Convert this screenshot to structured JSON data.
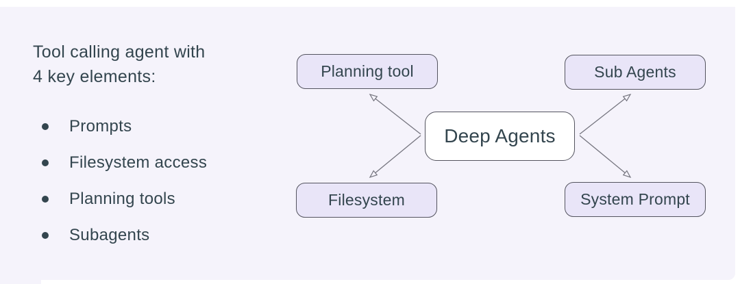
{
  "left_panel": {
    "heading_line1": "Tool calling agent with",
    "heading_line2": "4 key elements:",
    "bullets": [
      "Prompts",
      "Filesystem access",
      "Planning tools",
      "Subagents"
    ]
  },
  "diagram": {
    "center_label": "Deep Agents",
    "nodes": [
      {
        "id": "planning-tool",
        "label": "Planning tool"
      },
      {
        "id": "sub-agents",
        "label": "Sub Agents"
      },
      {
        "id": "filesystem",
        "label": "Filesystem"
      },
      {
        "id": "system-prompt",
        "label": "System Prompt"
      }
    ]
  },
  "colors": {
    "page_background": "#ffffff",
    "panel_background": "#f5f3fb",
    "node_fill": "#e9e5f8",
    "node_border": "#53535e",
    "center_node_fill": "#ffffff",
    "text": "#33454e",
    "arrow": "#75757f"
  }
}
